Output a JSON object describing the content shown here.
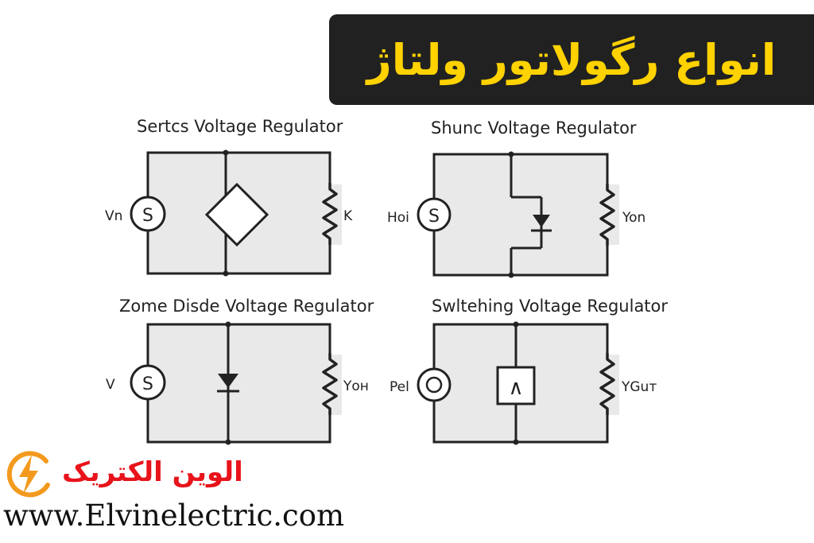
{
  "banner": {
    "title": "انواع رگولاتور ولتاژ"
  },
  "diagrams": [
    {
      "title": "Sertcs Voltage Regulator",
      "source_label": "Vn",
      "load_label": "K",
      "source_symbol": "S"
    },
    {
      "title": "Shunc Voltage Regulator",
      "source_label": "Hoi",
      "load_label": "Yon",
      "source_symbol": "S"
    },
    {
      "title": "Zome Disde Voltage Regulator",
      "source_label": "V",
      "load_label": "Yон",
      "source_symbol": "S"
    },
    {
      "title": "Swltehing Voltage Regulator",
      "source_label": "Pel",
      "load_label": "YGuт",
      "source_symbol": ""
    }
  ],
  "switch_box": {
    "symbol": "∧"
  },
  "brand": {
    "name": "الوین الکتریک",
    "website": "www.Elvinelectric.com"
  },
  "colors": {
    "banner_bg": "#212121",
    "banner_text": "#ffd200",
    "brand_red": "#e8131b",
    "circuit_bg": "#e9e9e9",
    "logo_orange": "#f39a1e"
  },
  "icons": {
    "logo": "lightning-bolt-icon"
  }
}
